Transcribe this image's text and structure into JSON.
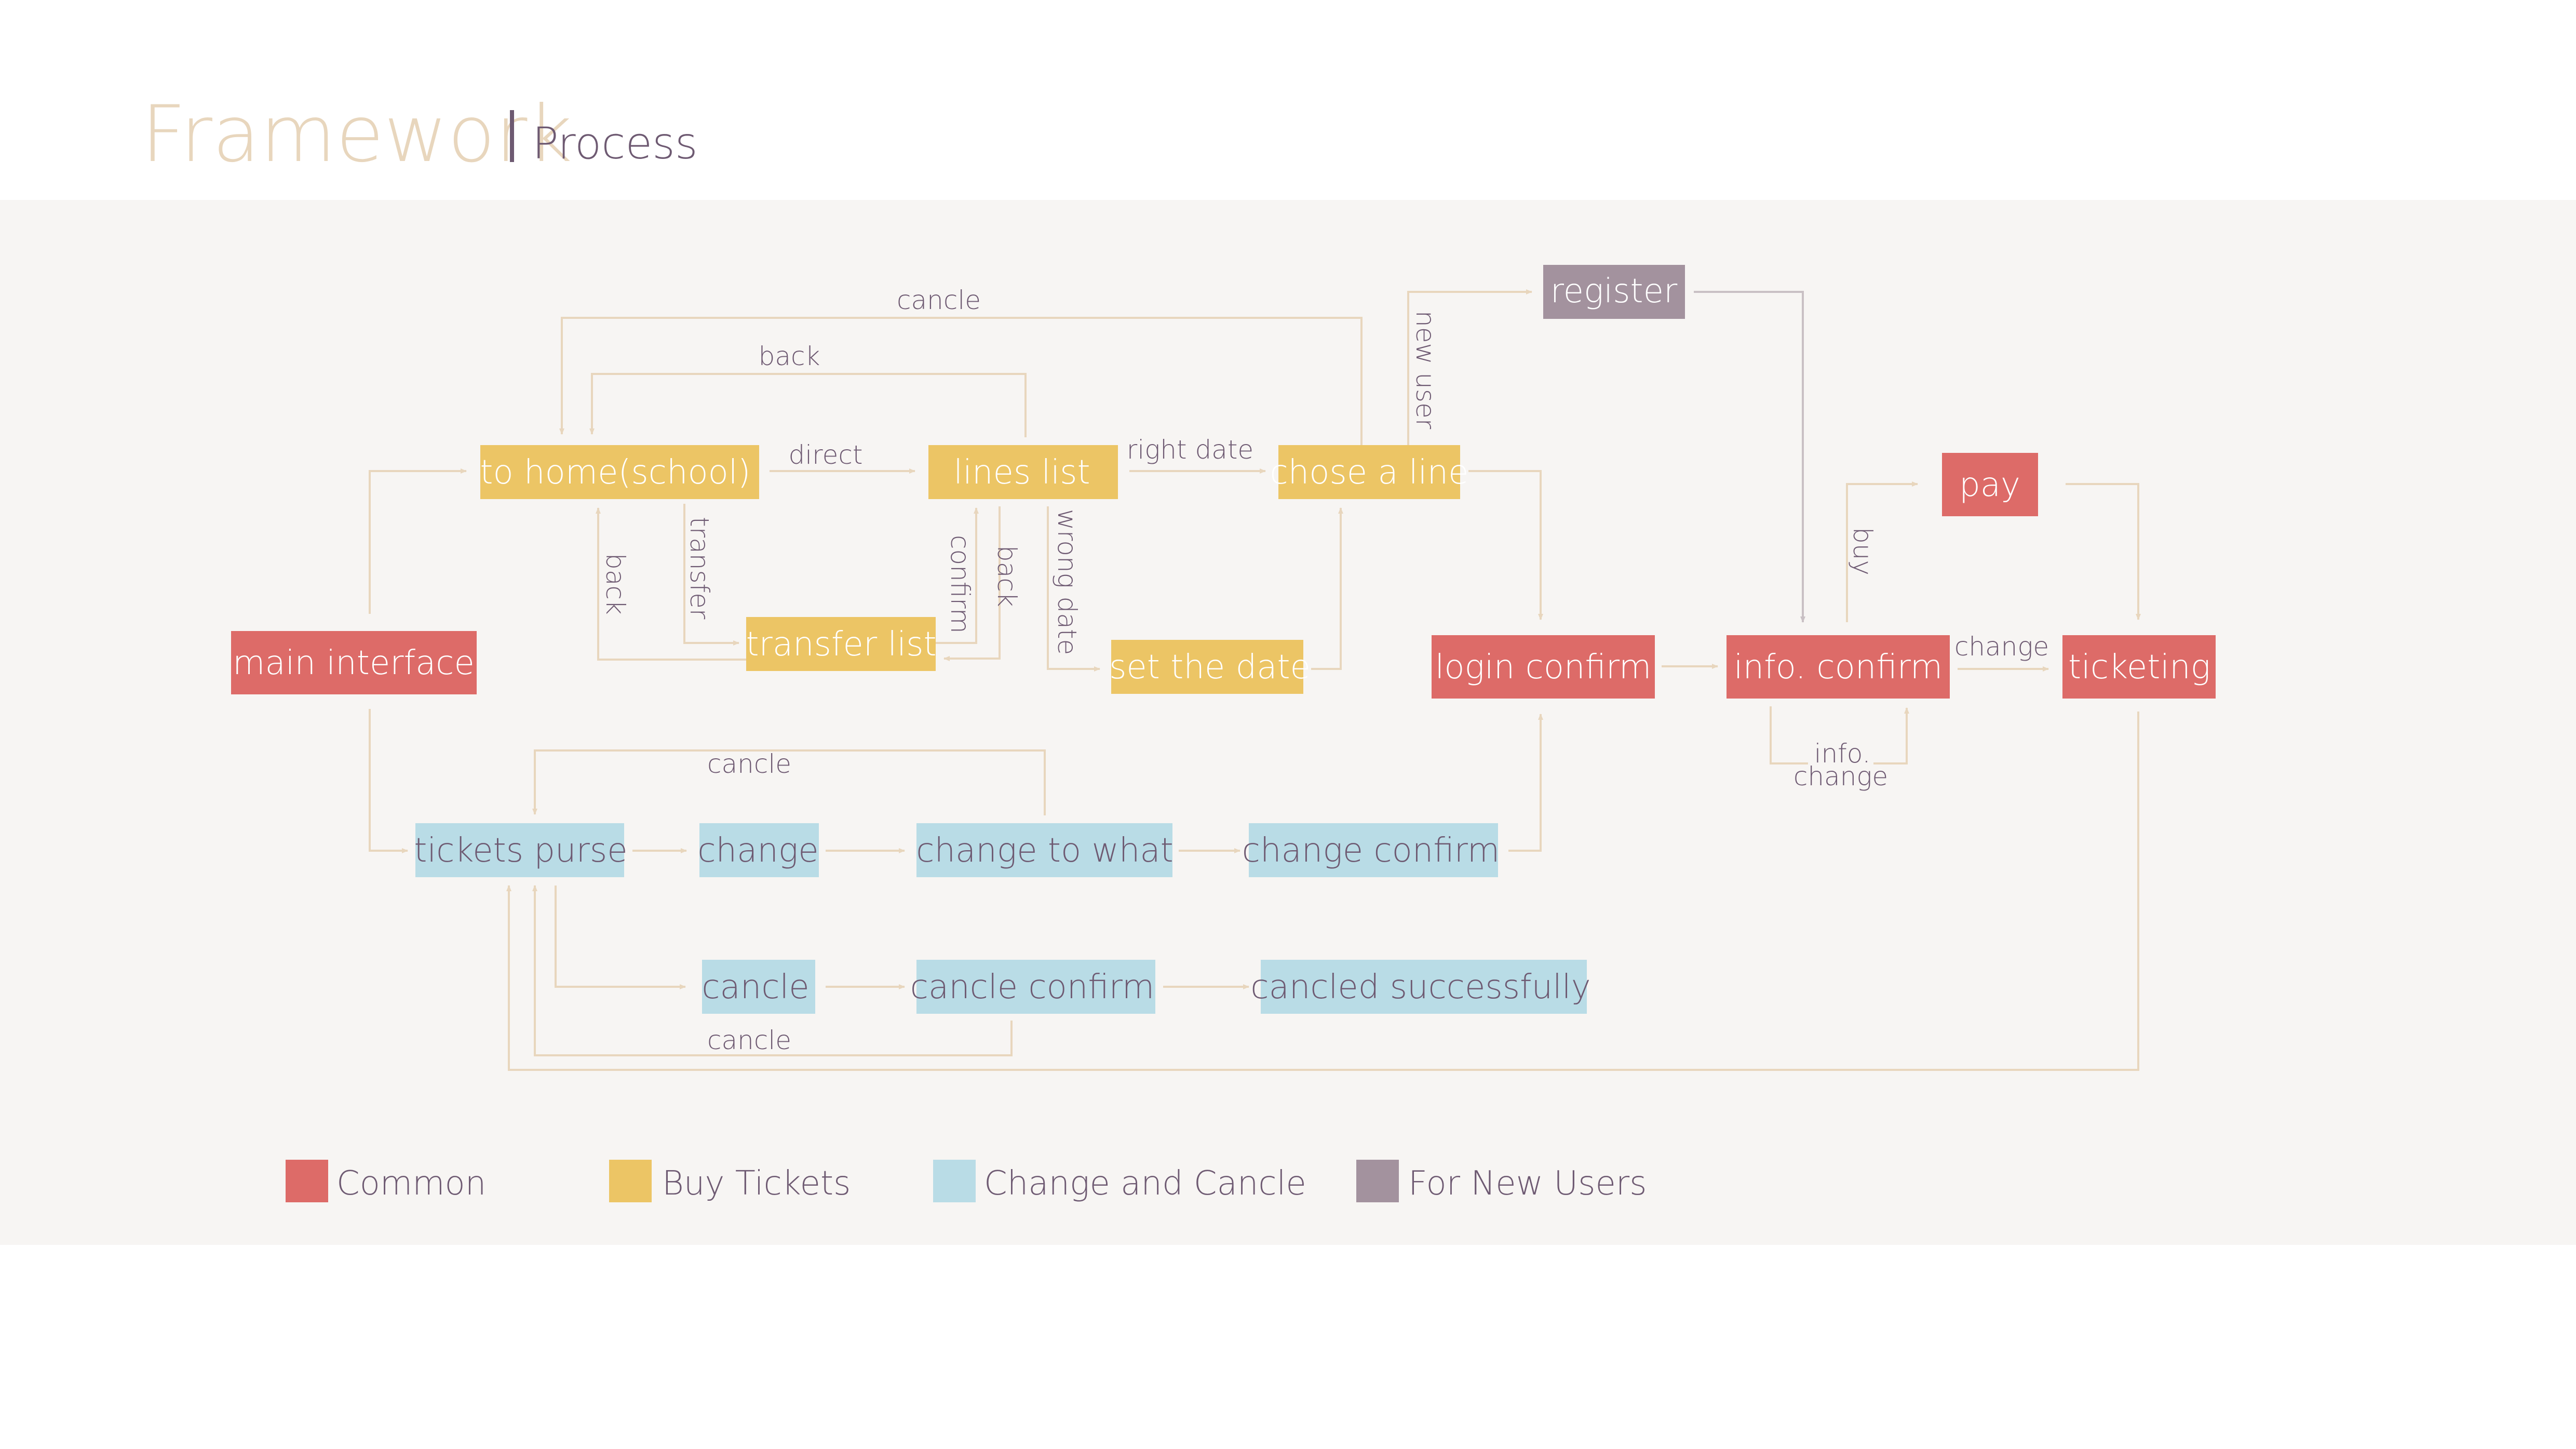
{
  "header": {
    "title": "Framework",
    "subtitle": "Process"
  },
  "colors": {
    "common": "#dd6b68",
    "buy": "#ecc565",
    "change": "#b9dce6",
    "newuser": "#a3929e",
    "arrow": "#e8d6bd",
    "arrow_dark": "#c9c0c4",
    "label": "#6e5a72",
    "panel": "#f7f5f3"
  },
  "nodes": {
    "main_interface": "main interface",
    "to_home": "to home(school)",
    "lines_list": "lines list",
    "chose_line": "chose a line",
    "transfer_list": "transfer list",
    "set_date": "set the date",
    "register": "register",
    "login_confirm": "login confirm",
    "info_confirm": "info. confirm",
    "pay": "pay",
    "ticketing": "ticketing",
    "tickets_purse": "tickets purse",
    "change": "change",
    "change_to_what": "change to what",
    "change_confirm": "change confirm",
    "cancle": "cancle",
    "cancle_confirm": "cancle confirm",
    "cancled_successfully": "cancled successfully"
  },
  "edge_labels": {
    "cancle_top": "cancle",
    "back_top": "back",
    "direct": "direct",
    "right_date": "right date",
    "new_user": "new user",
    "back_left": "back",
    "transfer": "transfer",
    "confirm": "confirm",
    "back_mid": "back",
    "wrong_date": "wrong date",
    "buy": "buy",
    "change_ticket": "change",
    "info_change_1": "info.",
    "info_change_2": "change",
    "cancle_change": "cancle",
    "cancle_bottom": "cancle"
  },
  "legend": {
    "common": "Common",
    "buy": "Buy Tickets",
    "change": "Change and Cancle",
    "newuser": "For New Users"
  }
}
